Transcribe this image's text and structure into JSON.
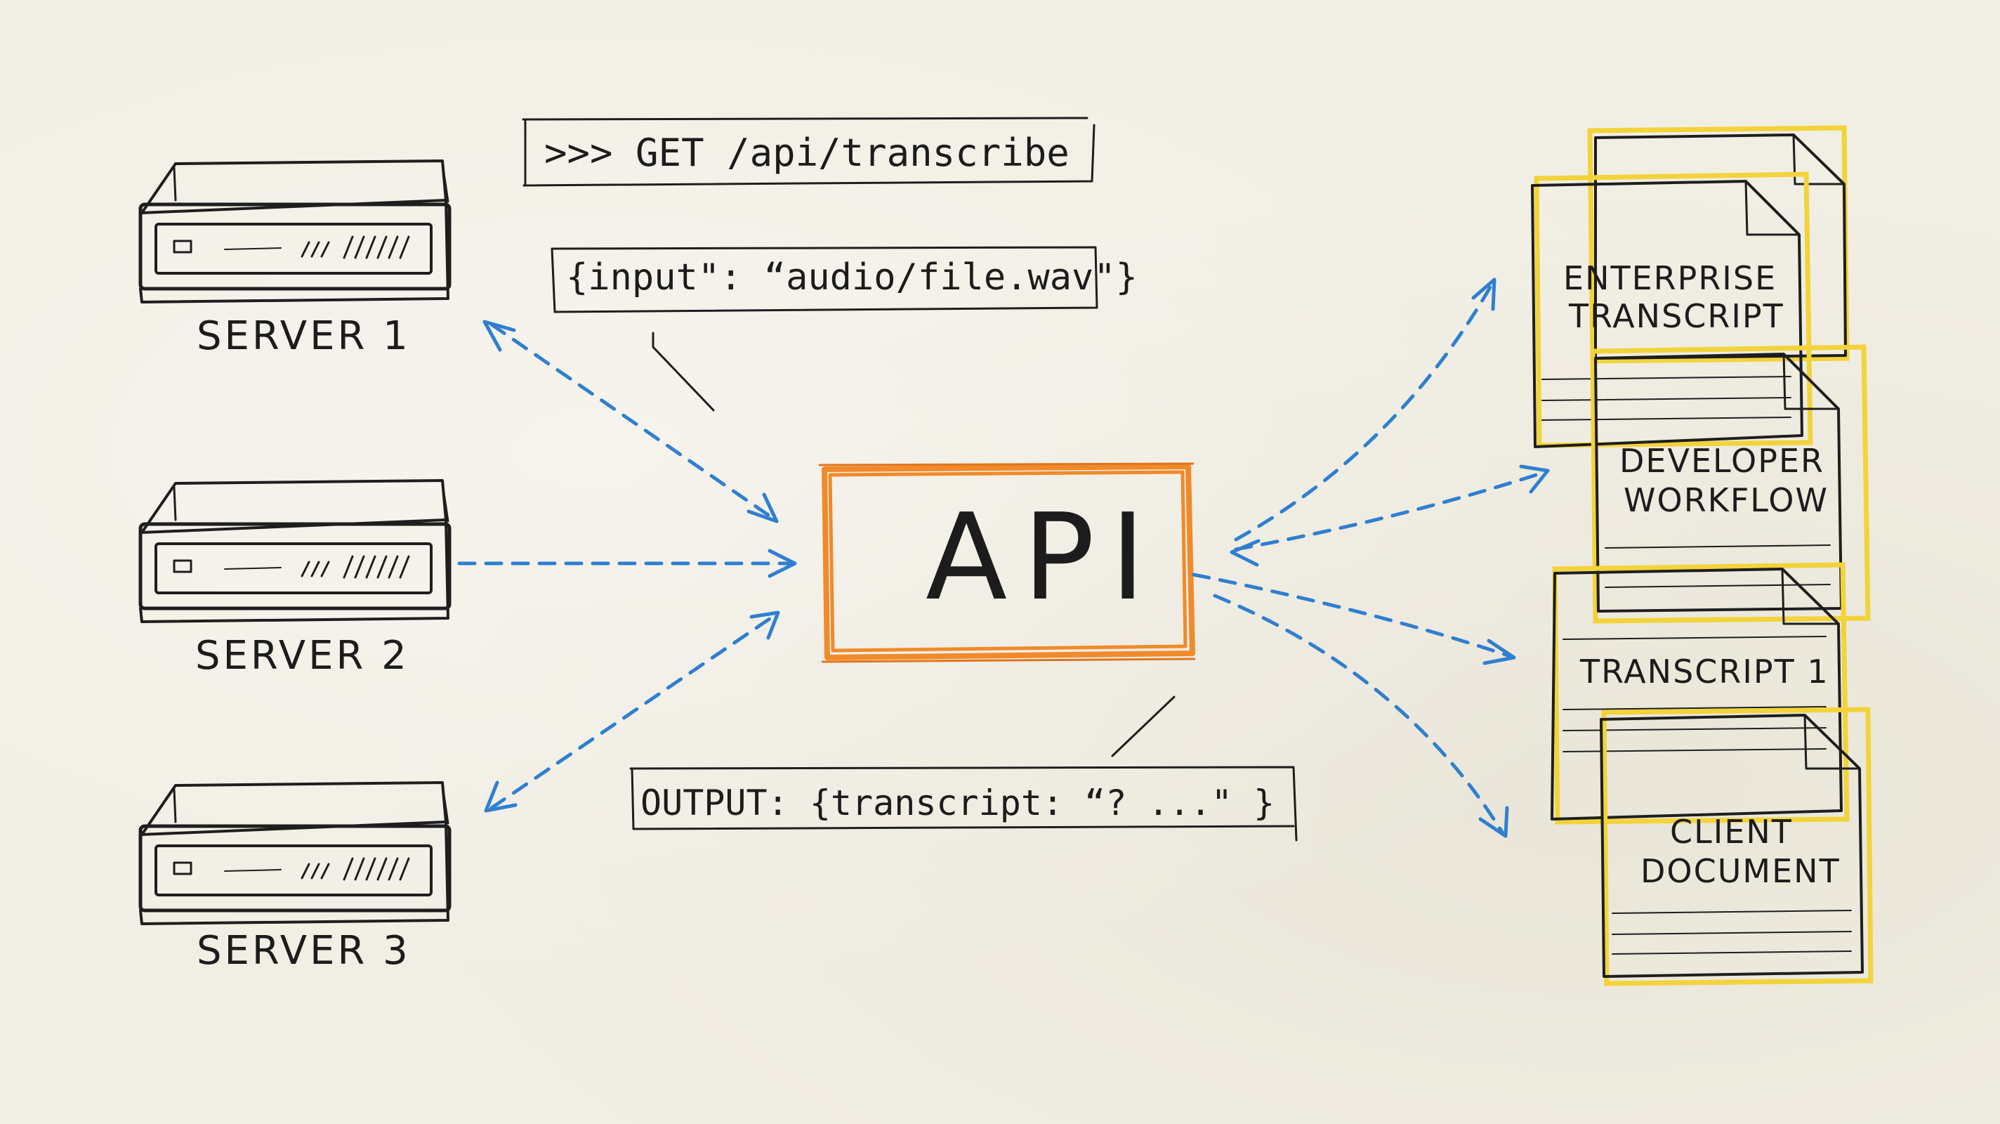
{
  "nodes": {
    "api": {
      "label": "API"
    },
    "servers": [
      {
        "id": "server-1",
        "label": "SERVER 1"
      },
      {
        "id": "server-2",
        "label": "SERVER 2"
      },
      {
        "id": "server-3",
        "label": "SERVER 3"
      }
    ],
    "documents": [
      {
        "id": "enterprise",
        "lines": [
          "ENTERPRISE",
          "TRANSCRIPT"
        ]
      },
      {
        "id": "developer",
        "lines": [
          "DEVELOPER",
          "WORKFLOW"
        ]
      },
      {
        "id": "transcript1",
        "lines": [
          "TRANSCRIPT 1"
        ]
      },
      {
        "id": "client",
        "lines": [
          "CLIENT",
          "DOCUMENT"
        ]
      }
    ]
  },
  "labels": {
    "request": ">>> GET /api/transcribe",
    "input": "{input\": “audio/file.wav\"}",
    "output": "OUTPUT:  {transcript: “? ...\" }"
  },
  "colors": {
    "arrow": "#2f7fd0",
    "api_box": "#f08a2a",
    "doc_highlight": "#f3d33a",
    "ink": "#1e1e1e",
    "paper": "#f1eee4"
  },
  "icons": {
    "server": "server-rack-icon",
    "document": "document-page-icon"
  }
}
